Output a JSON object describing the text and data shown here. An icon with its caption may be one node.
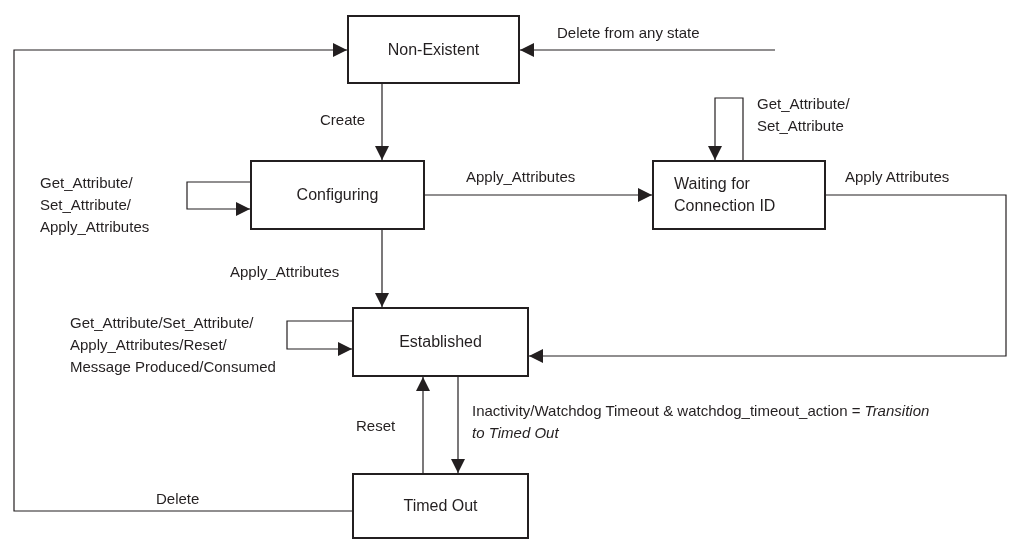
{
  "diagram": {
    "nodes": [
      {
        "text": [
          "Non-Existent"
        ]
      },
      {
        "text": [
          "Configuring"
        ]
      },
      {
        "text": [
          "Waiting for Connection ID"
        ]
      },
      {
        "text": [
          "Established"
        ]
      },
      {
        "text": [
          "Timed Out"
        ]
      }
    ],
    "edges": [
      {
        "from": 4,
        "to": 0,
        "arrow": "to",
        "label": "Delete"
      },
      {
        "from": null,
        "to": 0,
        "arrow": "to",
        "label": "Delete from any state"
      },
      {
        "from": 0,
        "to": 1,
        "arrow": "to",
        "label": "Create"
      },
      {
        "from": 1,
        "to": 1,
        "arrow": "to",
        "label": "Get_Attribute/ Set_Attribute/ Apply_Attributes"
      },
      {
        "from": 1,
        "to": 2,
        "arrow": "to",
        "label": "Apply_Attributes"
      },
      {
        "from": 2,
        "to": 2,
        "arrow": "to",
        "label": "Get_Attribute/ Set_Attribute"
      },
      {
        "from": 2,
        "to": 3,
        "arrow": "to",
        "label": "Apply Attributes"
      },
      {
        "from": 1,
        "to": 3,
        "arrow": "to",
        "label": "Apply_Attributes"
      },
      {
        "from": 3,
        "to": 3,
        "arrow": "to",
        "label": "Get_Attribute/Set_Attribute/ Apply_Attributes/Reset/ Message Produced/Consumed"
      },
      {
        "from": 4,
        "to": 3,
        "arrow": "to",
        "label": "Reset"
      },
      {
        "from": 3,
        "to": 4,
        "arrow": "to",
        "label": "Inactivity/Watchdog Timeout & watchdog_timeout_action = *Transition to Timed Out*"
      }
    ]
  }
}
